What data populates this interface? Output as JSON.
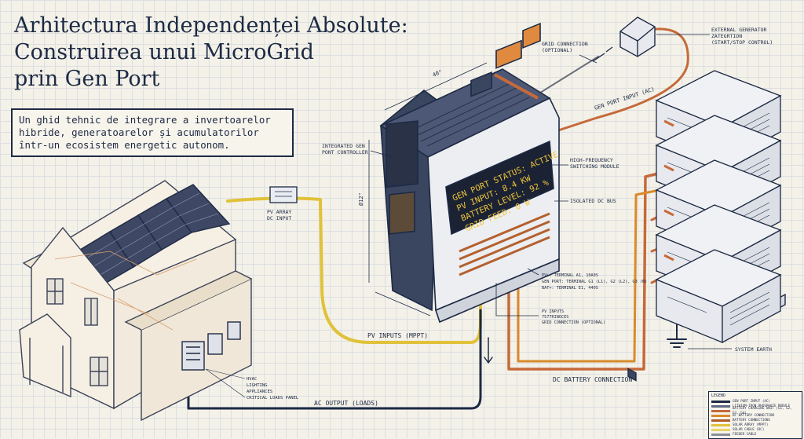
{
  "title_lines": [
    "Arhitectura Independenței Absolute:",
    "Construirea unui MicroGrid",
    "prin Gen Port"
  ],
  "subtitle_lines": [
    "Un ghid tehnic de integrare a invertoarelor",
    "hibride, generatoarelor și acumulatorilor",
    "într-un ecosistem energetic autonom."
  ],
  "labels": {
    "grid_connection": [
      "GRID CONNECTION",
      "(OPTIONAL)"
    ],
    "external_generator": [
      "EXTERNAL GENERATOR",
      "ZATEGRTION",
      "(START/STOP CONTROL)"
    ],
    "gen_port_input": "GEN PORT INPUT (AC)",
    "integrated_gen": [
      "INTEGRATED GEN",
      "PONT CONTROLLER"
    ],
    "hf_switching": [
      "HIGH-FREQUENCY",
      "SWITCHING MODULE"
    ],
    "isolated_dc": "ISOLATED DC BUS",
    "pv_array": [
      "PV ARRAY",
      "DC INPUT"
    ],
    "terminals": [
      "PV+: TERMINAL A1, 10A0S",
      "GEN PORT: TERMINAL G1 (L1), G2 (L2), G3 (N)",
      "BAT+: TERMINAL E1, 440S"
    ],
    "inputs": [
      "PV INPUTS",
      "7577RINOCES",
      "GRID CONNECTION (OPTIONAL)"
    ],
    "pv_inputs_mppt": "PV INPUTS (MPPT)",
    "ac_output": "AC OUTPUT (LOADS)",
    "dc_battery": "DC BATTERY CONNECTION",
    "system_earth": "SYSTEM EARTH",
    "loads": [
      "HVAC",
      "LIGHTING",
      "APPLIANCES",
      "CRITICAL LOADS PANEL"
    ],
    "dim_top": "40\"",
    "dim_side": "Ø12\""
  },
  "display_lines": [
    "GEN PORT STATUS: ACTIVE",
    "PV INPUT:      8.4 KW",
    "BATTERY LEVEL:   92 %",
    "GRID FEED:       0 W"
  ],
  "legend": {
    "title": "LEGEND",
    "items": [
      {
        "label": "GEN PORT INPUT (AC)",
        "color": "#1d2a44"
      },
      {
        "label": "LITHIUM-IRON PHOSPHATE MODULE",
        "color": "#5e6b86"
      },
      {
        "label": "BATTERY CHARGING UNIT (G1, G2, G3, G4)",
        "color": "#c56a3a"
      },
      {
        "label": "DC BATTERY CONNECTION",
        "color": "#d98a2a"
      },
      {
        "label": "BATTERY CONNECTIONS",
        "color": "#b05a2a"
      },
      {
        "label": "SOLAR ARRAY (MPPT)",
        "color": "#e0c23a"
      },
      {
        "label": "SOLAR CABLE (DC)",
        "color": "#e8d56b"
      },
      {
        "label": "FEEDER CABLE",
        "color": "#8a8f99"
      }
    ]
  },
  "colors": {
    "accent_navy": "#1d2a44",
    "orange_cable": "#c56a3a",
    "yellow_cable": "#e0c23a",
    "display_green": "#f0c43a"
  }
}
